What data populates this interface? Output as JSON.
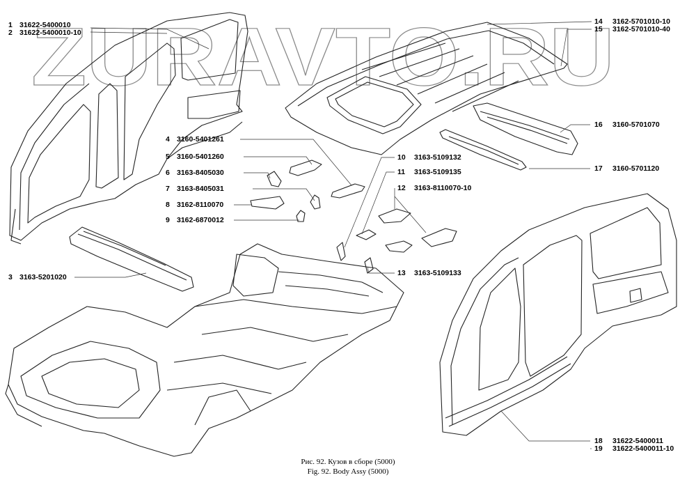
{
  "watermark": "ZURAVTO.RU",
  "callouts": [
    {
      "num": "1",
      "part": "31622-5400010"
    },
    {
      "num": "2",
      "part": "31622-5400010-10"
    },
    {
      "num": "3",
      "part": "3163-5201020"
    },
    {
      "num": "4",
      "part": "3160-5401261"
    },
    {
      "num": "5",
      "part": "3160-5401260"
    },
    {
      "num": "6",
      "part": "3163-8405030"
    },
    {
      "num": "7",
      "part": "3163-8405031"
    },
    {
      "num": "8",
      "part": "3162-8110070"
    },
    {
      "num": "9",
      "part": "3162-6870012"
    },
    {
      "num": "10",
      "part": "3163-5109132"
    },
    {
      "num": "11",
      "part": "3163-5109135"
    },
    {
      "num": "12",
      "part": "3163-8110070-10"
    },
    {
      "num": "13",
      "part": "3163-5109133"
    },
    {
      "num": "14",
      "part": "3162-5701010-10"
    },
    {
      "num": "15",
      "part": "3162-5701010-40"
    },
    {
      "num": "16",
      "part": "3160-5701070"
    },
    {
      "num": "17",
      "part": "3160-5701120"
    },
    {
      "num": "18",
      "part": "31622-5400011"
    },
    {
      "num": "19",
      "part": "31622-5400011-10"
    }
  ],
  "caption": {
    "ru": "Рис. 92. Кузов в сборе (5000)",
    "en": "Fig. 92. Body Assy (5000)"
  }
}
